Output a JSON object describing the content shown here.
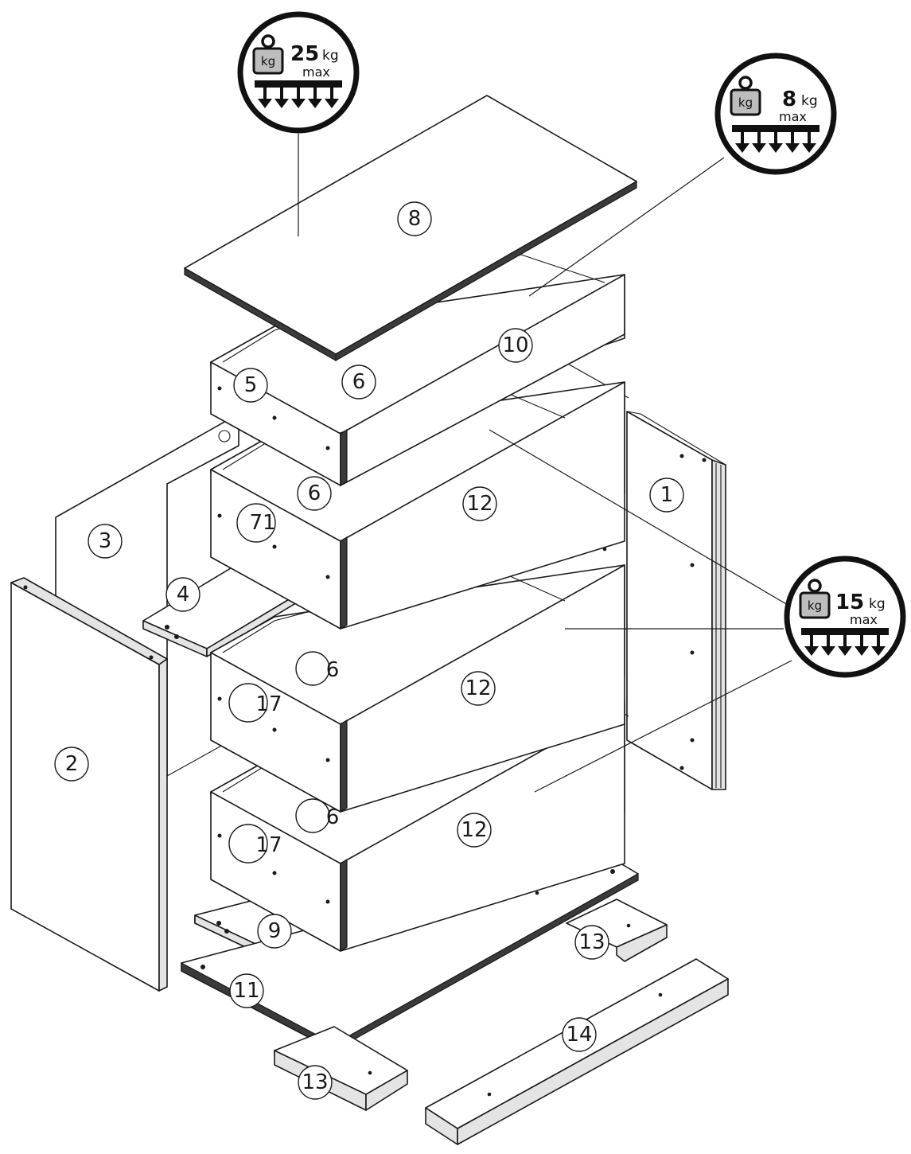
{
  "diagram": {
    "part_labels": {
      "p1": "1",
      "p2": "2",
      "p3": "3",
      "p4": "4",
      "p5": "5",
      "p6a": "6",
      "p6b": "6",
      "p6c": "6",
      "p6d": "6",
      "p8": "8",
      "p9": "9",
      "p10": "10",
      "p11": "11",
      "p12a": "12",
      "p12b": "12",
      "p12c": "12",
      "p13a": "13",
      "p13b": "13",
      "p14": "14",
      "p17a": "17",
      "p17b": "17",
      "p71": "71"
    },
    "load_badges": {
      "top": {
        "value": "25",
        "unit": "kg",
        "max": "max",
        "weight_label": "kg"
      },
      "small_drawer": {
        "value": "8",
        "unit": "kg",
        "max": "max",
        "weight_label": "kg"
      },
      "large_drawers": {
        "value": "15",
        "unit": "kg",
        "max": "max",
        "weight_label": "kg"
      }
    },
    "icons": [
      "weight-icon",
      "load-arrows-icon"
    ]
  }
}
